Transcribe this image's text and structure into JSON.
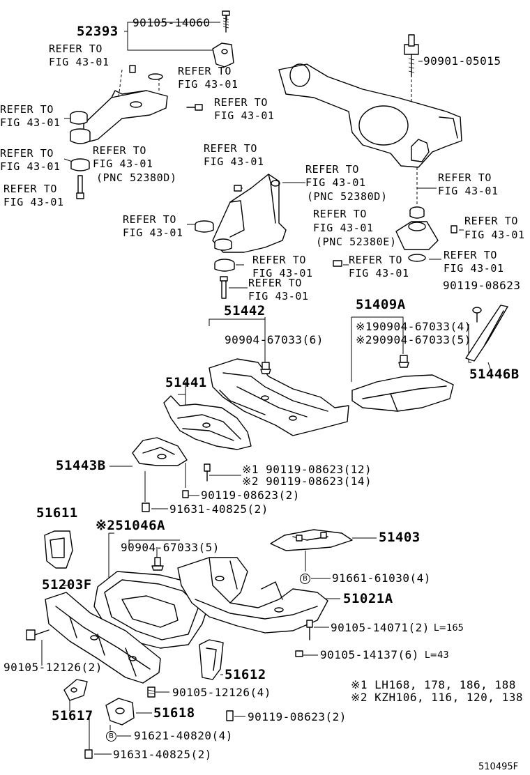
{
  "labels": {
    "p52393": "52393",
    "p90105_14060": "90105-14060",
    "ref_a": "REFER TO",
    "ref_a2": "FIG 43-01",
    "ref_b": "REFER TO",
    "ref_b2": "FIG 43-01",
    "ref_c": "REFER TO",
    "ref_c2": "FIG 43-01",
    "ref_d": "REFER TO",
    "ref_d2": "FIG 43-01",
    "ref_e": "REFER TO",
    "ref_e2": "FIG 43-01",
    "ref_f": "REFER TO",
    "ref_f2": "FIG 43-01",
    "ref_f3": "(PNC 52380D)",
    "ref_g": "REFER TO",
    "ref_g2": "FIG 43-01",
    "p90901_05015": "90901-05015",
    "ref_h": "REFER TO",
    "ref_h2": "FIG 43-01",
    "ref_i": "REFER TO",
    "ref_i2": "FIG 43-01",
    "ref_i3": "(PNC 52380D)",
    "ref_j": "REFER TO",
    "ref_j2": "FIG 43-01",
    "ref_k": "REFER TO",
    "ref_k2": "FIG 43-01",
    "ref_l": "REFER TO",
    "ref_l2": "FIG 43-01",
    "ref_l3": "(PNC 52380E)",
    "ref_m": "REFER TO",
    "ref_m2": "FIG 43-01",
    "ref_n": "REFER TO",
    "ref_n2": "FIG 43-01",
    "ref_o": "REFER TO",
    "ref_o2": "FIG 43-01",
    "ref_p": "REFER TO",
    "ref_p2": "FIG 43-01",
    "ref_q": "REFER TO",
    "ref_q2": "FIG 43-01",
    "p90119_08623_top": "90119-08623",
    "p51442": "51442",
    "p51409A": "51409A",
    "p90904_67033_6": "90904-67033(6)",
    "p90904_67033_4": "※190904-67033(4)",
    "p90904_67033_5a": "※290904-67033(5)",
    "p51446B": "51446B",
    "p51441": "51441",
    "p51443B": "51443B",
    "p90119_08623_12": "※1 90119-08623(12)",
    "p90119_08623_14": "※2 90119-08623(14)",
    "p90119_08623_2a": "90119-08623(2)",
    "p91631_40825_2a": "91631-40825(2)",
    "p51611": "51611",
    "p51046A": "※251046A",
    "p90904_67033_5b": "90904-67033(5)",
    "p51403": "51403",
    "p91661_61030": "91661-61030(4)",
    "p51203F": "51203F",
    "p51021A": "51021A",
    "p90105_14071": "90105-14071(2)",
    "l165": "L=165",
    "p90105_14137": "90105-14137(6)",
    "l43": "L=43",
    "p90105_12126_2": "90105-12126(2)",
    "p51612": "51612",
    "note1": "※1 LH168, 178, 186, 188",
    "note2": "※2 KZH106, 116, 120, 138",
    "p90105_12126_4": "90105-12126(4)",
    "p51617": "51617",
    "p51618": "51618",
    "p90119_08623_2b": "90119-08623(2)",
    "p91621_40820": "91621-40820(4)",
    "p91631_40825_2b": "91631-40825(2)",
    "circle_b": "B",
    "figure_id": "510495F"
  }
}
